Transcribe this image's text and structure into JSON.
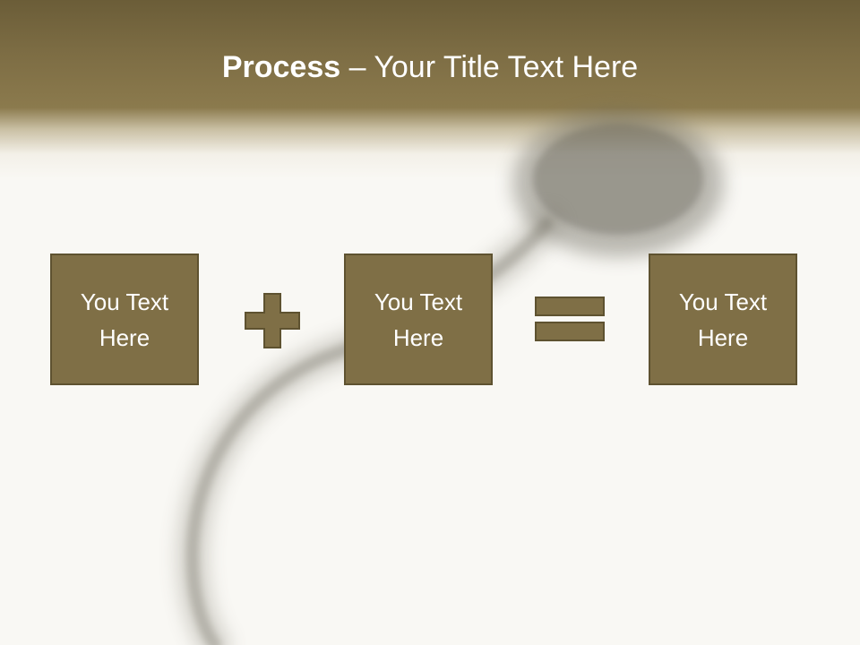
{
  "title": {
    "bold": "Process",
    "rest": " – Your Title Text Here"
  },
  "boxes": [
    {
      "text": "You Text Here"
    },
    {
      "text": "You Text Here"
    },
    {
      "text": "You Text Here"
    }
  ],
  "operators": [
    "plus-icon",
    "equals-icon"
  ],
  "colors": {
    "header": "#7d6d44",
    "box_fill": "#7f6f46",
    "box_border": "#5e5230",
    "background": "#f9f8f4",
    "text": "#ffffff"
  }
}
